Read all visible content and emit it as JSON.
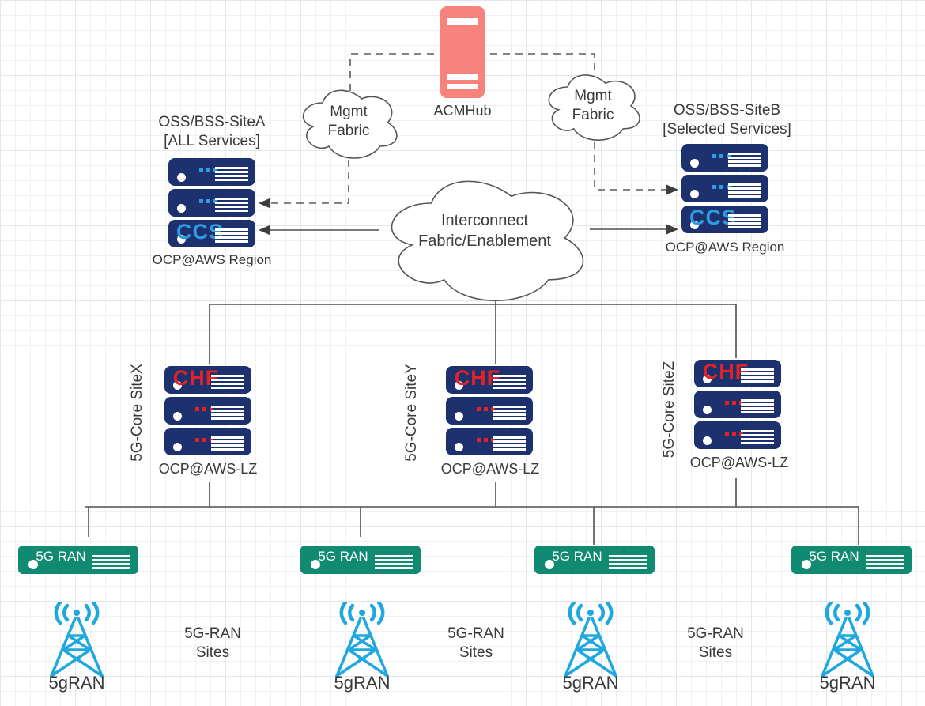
{
  "diagram": {
    "hub": {
      "label": "ACMHub"
    },
    "clouds": {
      "mgmt_left": {
        "lines": [
          "Mgmt",
          "Fabric"
        ]
      },
      "mgmt_right": {
        "lines": [
          "Mgmt",
          "Fabric"
        ]
      },
      "interconnect": {
        "lines": [
          "Interconnect",
          "Fabric/Enablement"
        ]
      }
    },
    "oss_sites": {
      "site_a": {
        "title": [
          "OSS/BSS-SiteA",
          "[ALL Services]"
        ],
        "platform": "OCP@AWS Region",
        "servers": [
          {
            "icon": "ellipsis-dots"
          },
          {
            "icon": "ellipsis-dots"
          },
          {
            "badge": "CCS"
          }
        ]
      },
      "site_b": {
        "title": [
          "OSS/BSS-SiteB",
          "[Selected Services]"
        ],
        "platform": "OCP@AWS Region",
        "servers": [
          {
            "icon": "ellipsis-dots"
          },
          {
            "icon": "ellipsis-dots"
          },
          {
            "badge": "CCS"
          }
        ]
      }
    },
    "core_sites": [
      {
        "name": "5G-Core SiteX",
        "platform": "OCP@AWS-LZ",
        "servers": [
          {
            "badge": "CHF"
          },
          {
            "icon": "ellipsis-dots"
          },
          {
            "icon": "ellipsis-dots"
          }
        ]
      },
      {
        "name": "5G-Core SiteY",
        "platform": "OCP@AWS-LZ",
        "servers": [
          {
            "badge": "CHF"
          },
          {
            "icon": "ellipsis-dots"
          },
          {
            "icon": "ellipsis-dots"
          }
        ]
      },
      {
        "name": "5G-Core SiteZ",
        "platform": "OCP@AWS-LZ",
        "servers": [
          {
            "badge": "CHF"
          },
          {
            "icon": "ellipsis-dots"
          },
          {
            "icon": "ellipsis-dots"
          }
        ]
      }
    ],
    "ran_nodes": [
      {
        "label": "5G RAN"
      },
      {
        "label": "5G RAN"
      },
      {
        "label": "5G RAN"
      },
      {
        "label": "5G RAN"
      }
    ],
    "ran_towers": [
      {
        "label": "5gRAN"
      },
      {
        "label": "5gRAN"
      },
      {
        "label": "5gRAN"
      },
      {
        "label": "5gRAN"
      }
    ],
    "ran_site_labels": [
      {
        "lines": [
          "5G-RAN",
          "Sites"
        ]
      },
      {
        "lines": [
          "5G-RAN",
          "Sites"
        ]
      },
      {
        "lines": [
          "5G-RAN",
          "Sites"
        ]
      }
    ],
    "colors": {
      "server_navy": "#1d316f",
      "server_green": "#118a72",
      "hub_pink": "#f8827c",
      "badge_blue": "#2e9ce1",
      "badge_red": "#e32226",
      "tower_blue": "#1fa8df",
      "connector": "#4f4f4f",
      "text": "#3a3a3a"
    }
  }
}
